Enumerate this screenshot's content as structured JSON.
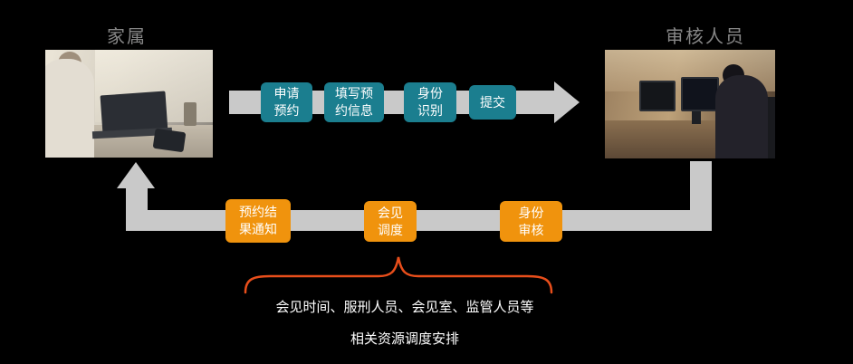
{
  "actors": {
    "left": "家属",
    "right": "审核人员"
  },
  "forward_flow": {
    "steps": [
      {
        "label": "申请\n预约"
      },
      {
        "label": "填写预\n约信息"
      },
      {
        "label": "身份\n识别"
      },
      {
        "label": "提交"
      }
    ]
  },
  "return_flow": {
    "steps": [
      {
        "label": "身份\n审核"
      },
      {
        "label": "会见\n调度"
      },
      {
        "label": "预约结\n果通知"
      }
    ]
  },
  "annotation": {
    "line1": "会见时间、服刑人员、会见室、监管人员等",
    "line2": "相关资源调度安排"
  },
  "colors": {
    "background": "#000000",
    "forward_step": "#1b7e8f",
    "return_step": "#f0930d",
    "arrow": "#c9c9c9",
    "actor_label": "#868686",
    "brace": "#e84e1b",
    "annotation_text": "#ffffff"
  },
  "images": {
    "left": "family-member-using-laptop-photo",
    "right": "reviewer-at-dual-monitor-workstation-photo"
  }
}
